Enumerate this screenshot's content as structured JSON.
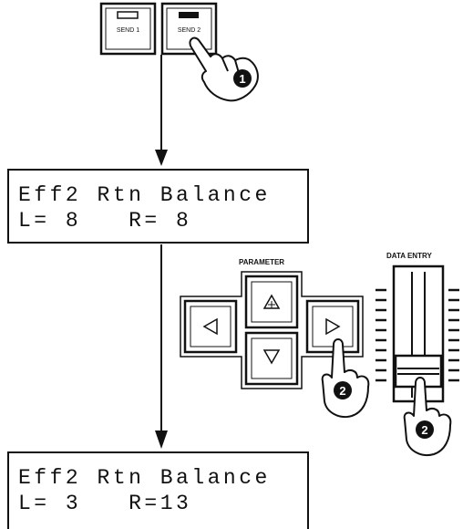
{
  "buttons": {
    "send1_label": "SEND 1",
    "send2_label": "SEND 2"
  },
  "displays": [
    {
      "line1": "Eff2 Rtn Balance",
      "line2": "L= 8   R= 8"
    },
    {
      "line1": "Eff2 Rtn Balance",
      "line2": "L= 3   R=13"
    }
  ],
  "panel": {
    "parameter_label": "PARAMETER",
    "data_entry_label": "DATA ENTRY"
  },
  "steps": {
    "step1": "1",
    "step2a": "2",
    "step2b": "2"
  }
}
